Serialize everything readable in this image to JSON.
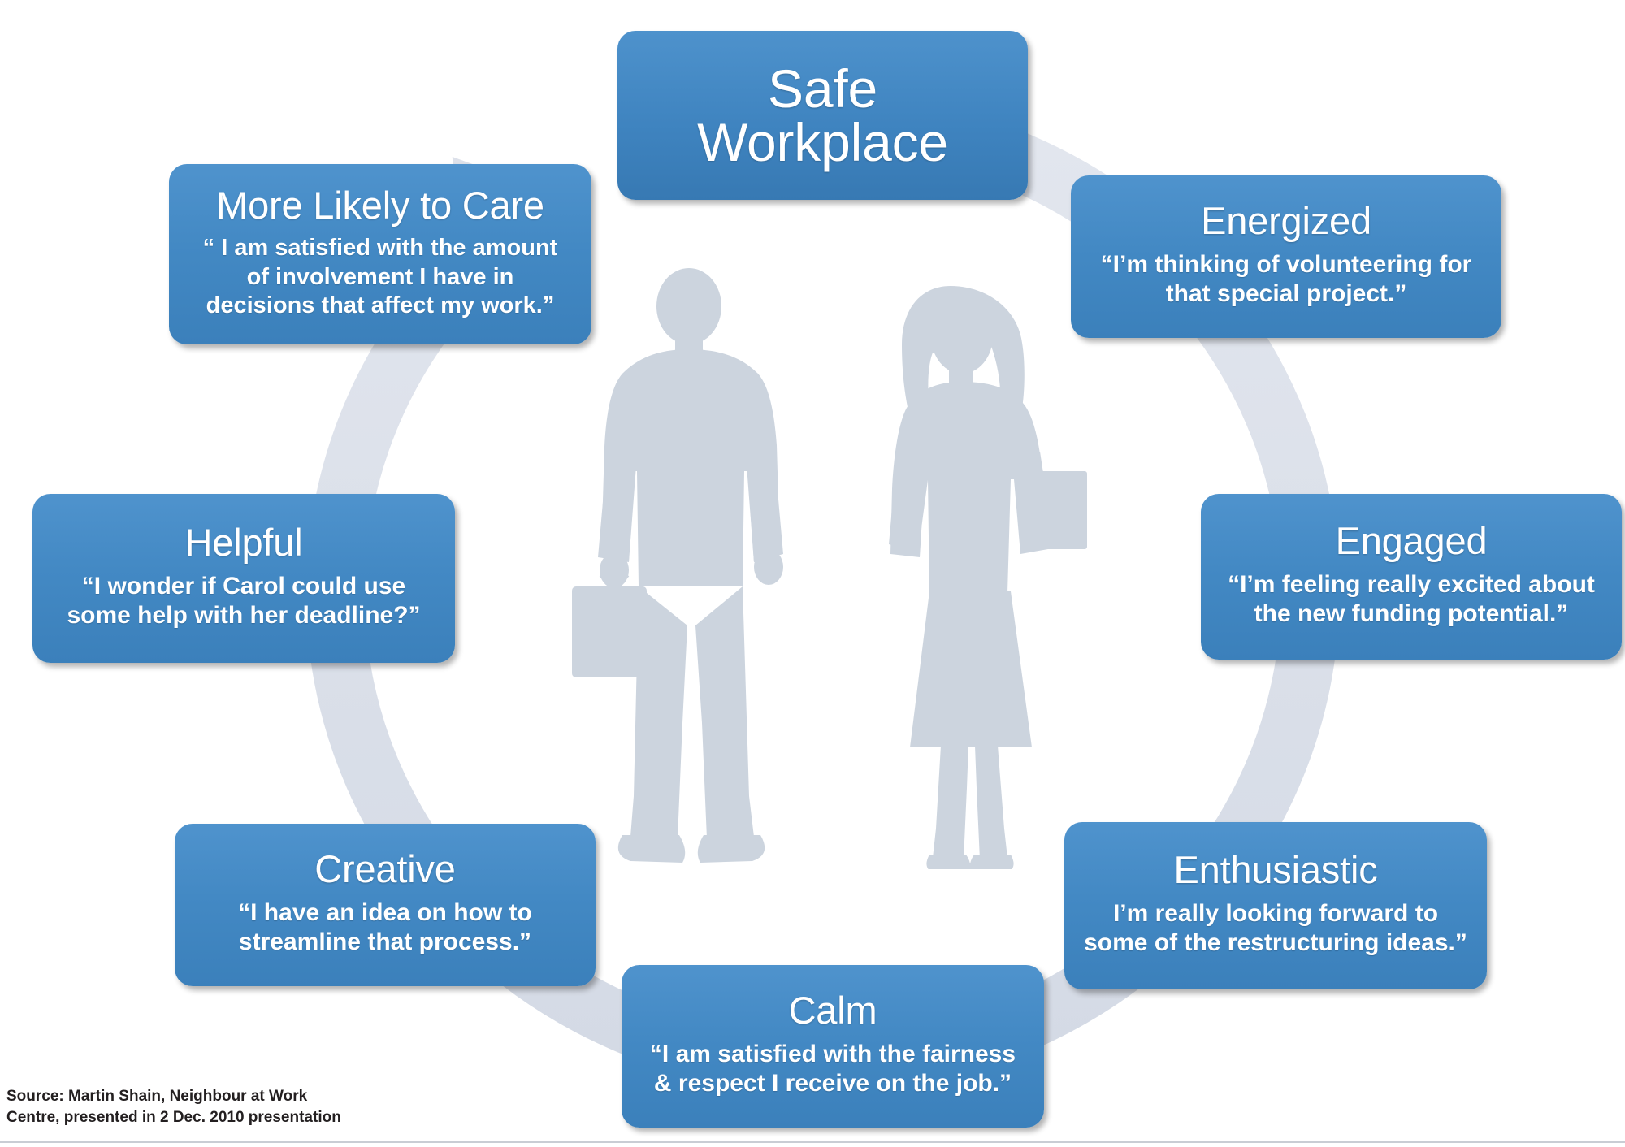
{
  "diagram": {
    "title": "Safe Workplace cycle",
    "hub": {
      "label": "Safe\nWorkplace"
    },
    "colors": {
      "node_blue": "#4389c4",
      "hub_blue": "#3f84c0",
      "arrow_gray": "#dde1ea",
      "silhouette_gray": "#ccd4de",
      "text_white": "#ffffff",
      "source_text": "#231f20"
    },
    "nodes": [
      {
        "id": "more-likely-to-care",
        "label": "More Likely to Care",
        "quote": "“ I am satisfied with the amount\nof involvement I have in\ndecisions that affect my work.”"
      },
      {
        "id": "energized",
        "label": "Energized",
        "quote": "“I’m thinking of volunteering for\nthat special project.”"
      },
      {
        "id": "engaged",
        "label": "Engaged",
        "quote": "“I’m feeling really excited about\nthe new funding potential.”"
      },
      {
        "id": "enthusiastic",
        "label": "Enthusiastic",
        "quote": "I’m really looking forward to\nsome of the restructuring ideas.”"
      },
      {
        "id": "calm",
        "label": "Calm",
        "quote": "“I am satisfied with the fairness\n& respect I receive on the job.”"
      },
      {
        "id": "creative",
        "label": "Creative",
        "quote": "“I have an idea on how to\nstreamline that process.”"
      },
      {
        "id": "helpful",
        "label": "Helpful",
        "quote": "“I wonder if Carol could use\nsome help with her deadline?”"
      }
    ],
    "illustration": {
      "man_silhouette": "businessman-with-briefcase-silhouette",
      "woman_silhouette": "businesswoman-with-folder-silhouette",
      "cycle_arrow": "clockwise-circular-arrow"
    },
    "source": "Source:  Martin Shain, Neighbour at Work\nCentre, presented in 2 Dec. 2010 presentation"
  }
}
